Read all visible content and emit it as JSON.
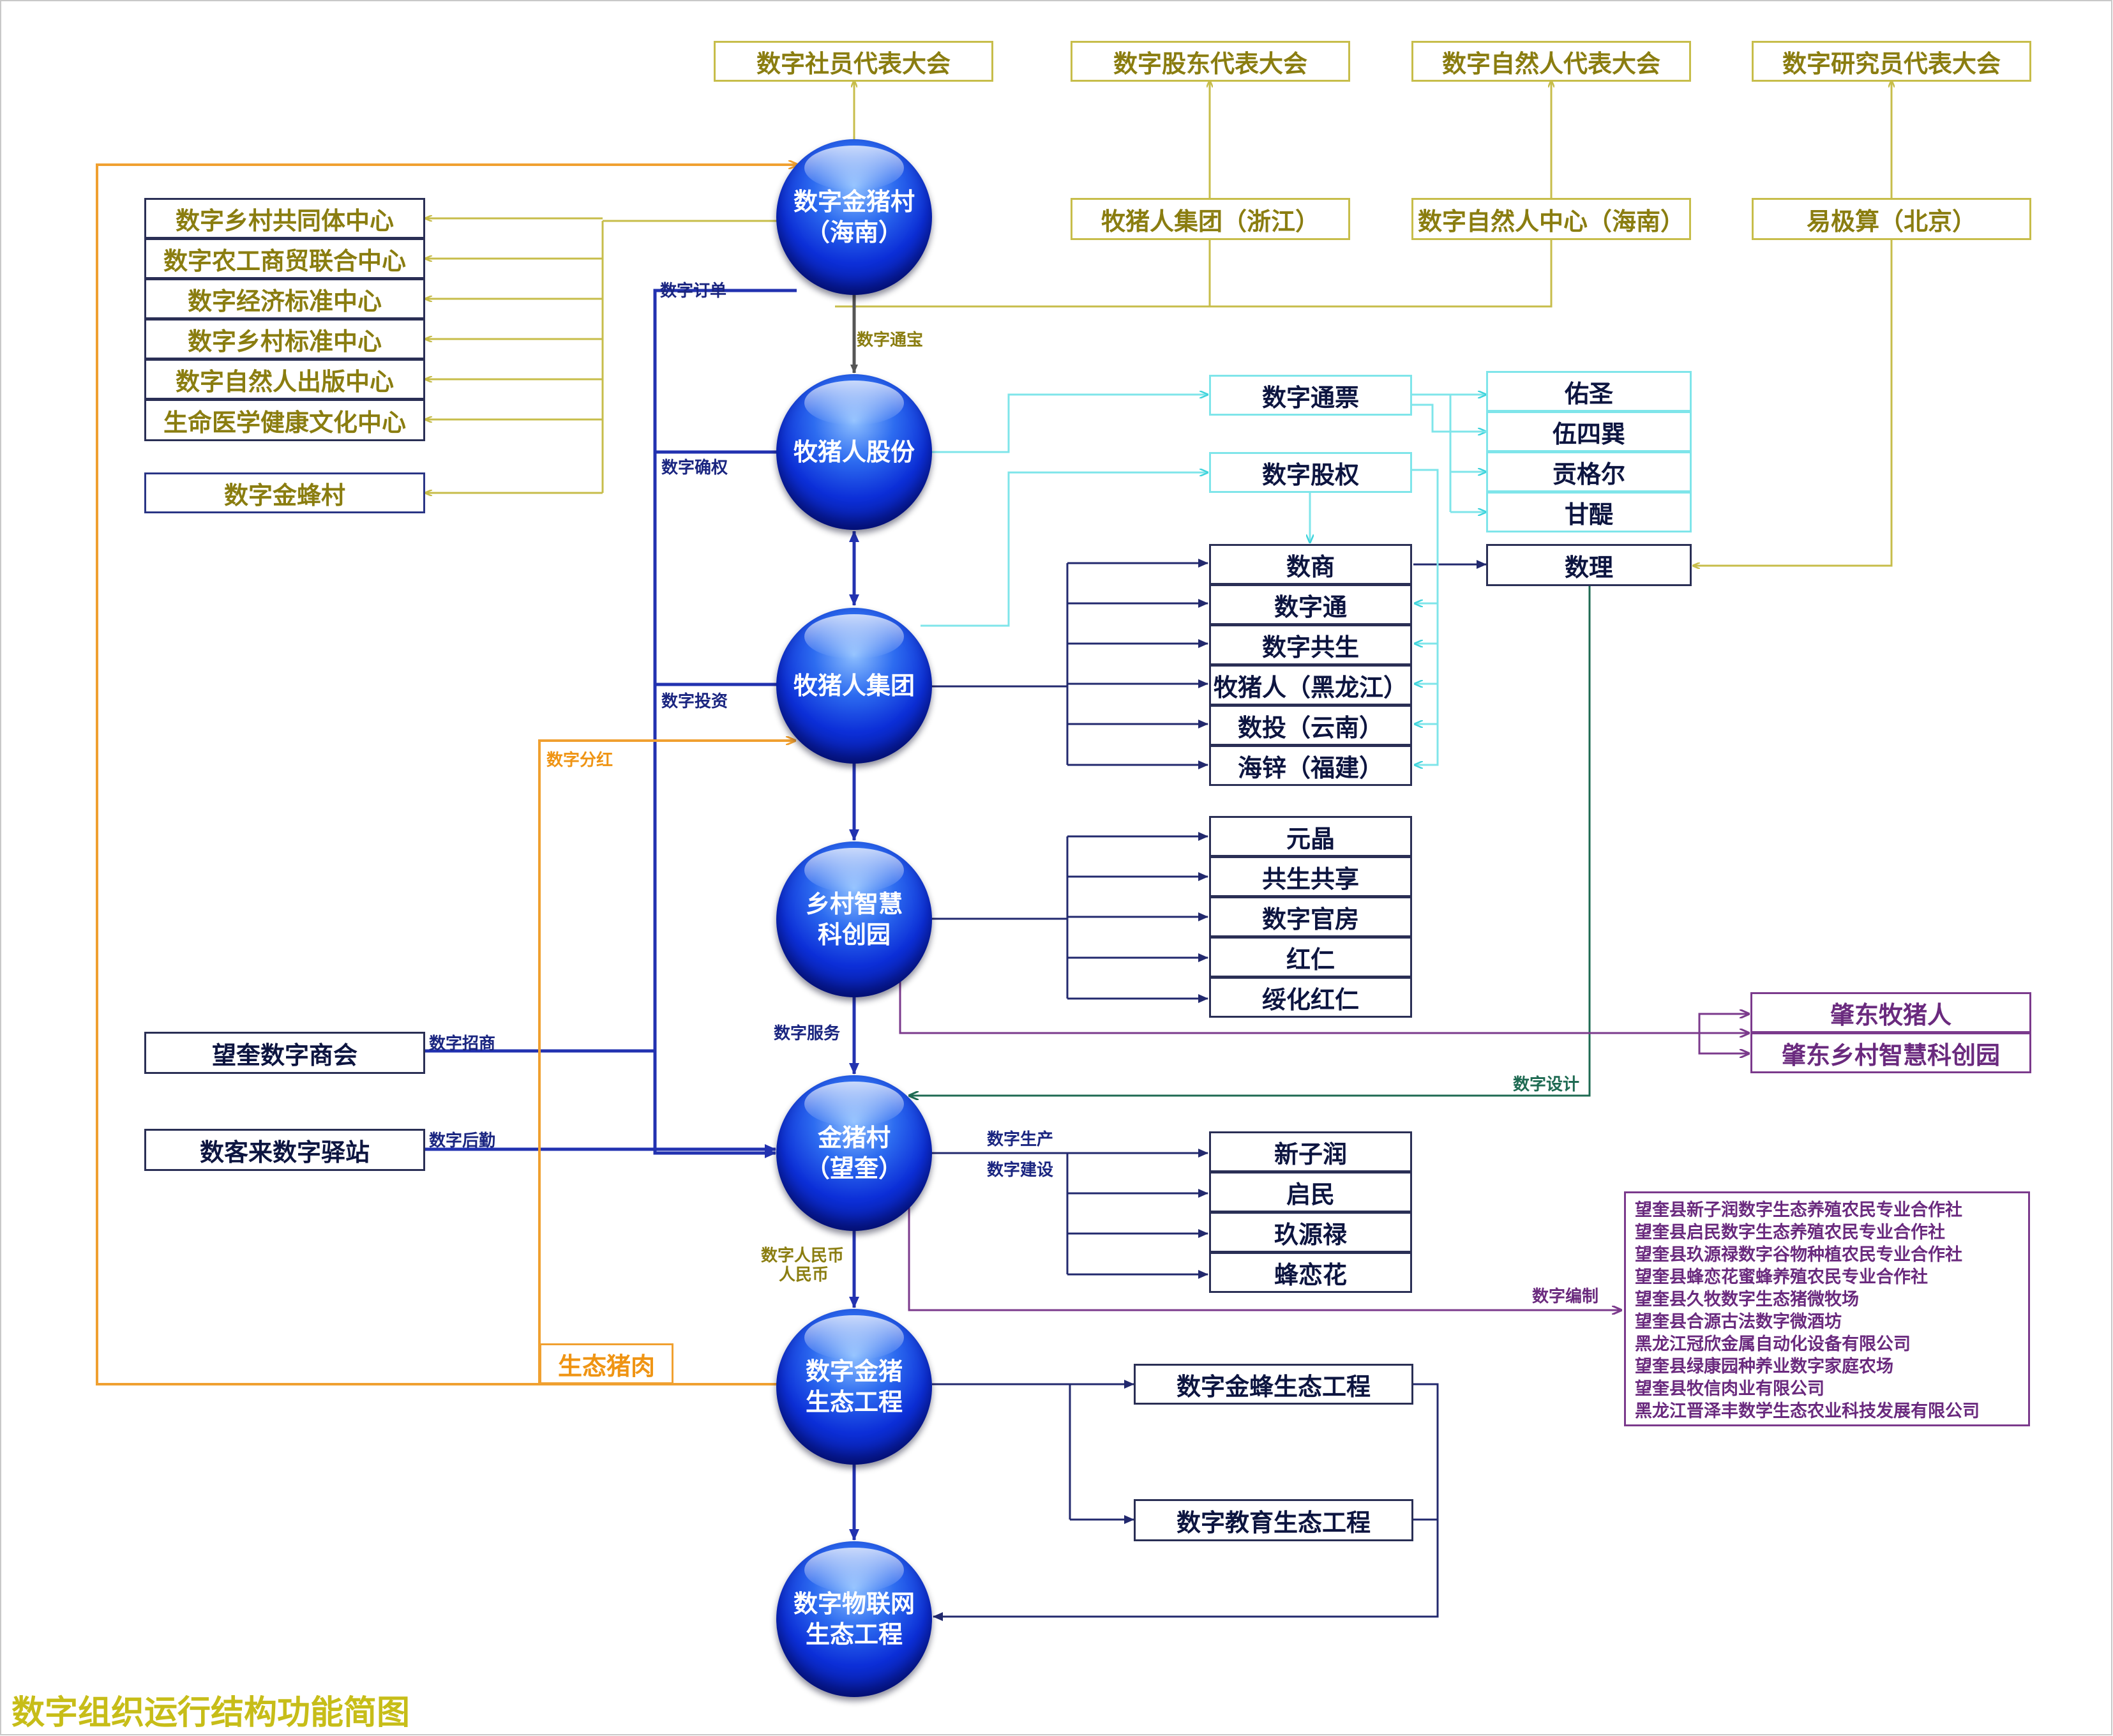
{
  "title": "数字组织运行结构功能简图",
  "colors": {
    "gold": "#c7bd4a",
    "navy": "#2a2f55",
    "blue": "#2a3ab5",
    "cyan": "#7fe5ea",
    "purple": "#7b3a8c",
    "orange": "#f0a030",
    "green": "#1e6a52"
  },
  "assemblies": [
    "数字社员代表大会",
    "数字股东代表大会",
    "数字自然人代表大会",
    "数字研究员代表大会"
  ],
  "hubs": [
    "牧猪人集团（浙江）",
    "数字自然人中心（海南）",
    "易极算（北京）"
  ],
  "centers": [
    "数字乡村共同体中心",
    "数字农工商贸联合中心",
    "数字经济标准中心",
    "数字乡村标准中心",
    "数字自然人出版中心",
    "生命医学健康文化中心"
  ],
  "jinfeng": "数字金蜂村",
  "circles": {
    "c1": "数字金猪村\n（海南）",
    "c2": "牧猪人股份",
    "c3": "牧猪人集团",
    "c4": "乡村智慧\n科创园",
    "c5": "金猪村\n（望奎）",
    "c6": "数字金猪\n生态工程",
    "c7": "数字物联网\n生态工程"
  },
  "tickets": [
    "数字通票",
    "数字股权"
  ],
  "holders": [
    "佑圣",
    "伍四巽",
    "贡格尔",
    "甘醍"
  ],
  "shuli": "数理",
  "group_subs": [
    "数商",
    "数字通",
    "数字共生",
    "牧猪人（黑龙江）",
    "数投（云南）",
    "海锌（福建）"
  ],
  "park_subs": [
    "元晶",
    "共生共享",
    "数字官房",
    "红仁",
    "绥化红仁"
  ],
  "zhaodong": [
    "肇东牧猪人",
    "肇东乡村智慧科创园"
  ],
  "left_inputs": [
    "望奎数字商会",
    "数客来数字驿站"
  ],
  "village_subs": [
    "新子润",
    "启民",
    "玖源禄",
    "蜂恋花"
  ],
  "companies": [
    "望奎县新子润数字生态养殖农民专业合作社",
    "望奎县启民数字生态养殖农民专业合作社",
    "望奎县玖源禄数字谷物种植农民专业合作社",
    "望奎县蜂恋花蜜蜂养殖农民专业合作社",
    "望奎县久牧数字生态猪微牧场",
    "望奎县合源古法数字微酒坊",
    "黑龙江冠欣金属自动化设备有限公司",
    "望奎县绿康园种养业数字家庭农场",
    "望奎县牧信肉业有限公司",
    "黑龙江晋泽丰数学生态农业科技发展有限公司"
  ],
  "eco_projects": [
    "数字金蜂生态工程",
    "数字教育生态工程"
  ],
  "pork": "生态猪肉",
  "labels": {
    "order": "数字订单",
    "tongbao": "数字通宝",
    "quequan": "数字确权",
    "touzi": "数字投资",
    "fenhong": "数字分红",
    "service": "数字服务",
    "zhaoshang": "数字招商",
    "houqin": "数字后勤",
    "shengchan": "数字生产",
    "jianshe": "数字建设",
    "rmb1": "数字人民币",
    "rmb2": "人民币",
    "sheji": "数字设计",
    "bianzhi": "数字编制"
  }
}
